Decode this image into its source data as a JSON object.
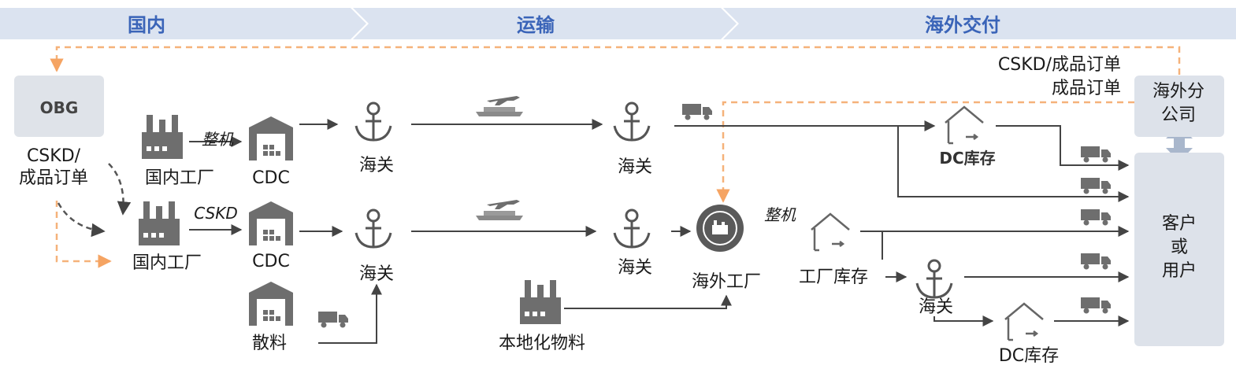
{
  "phases": [
    "国内",
    "运输",
    "海外交付"
  ],
  "colors": {
    "phase_band": "#dbe3f0",
    "phase_text": "#3a64b8",
    "dashed_orange": "#f5b27a",
    "icon_gray": "#6e6e6e",
    "box": "#dde2ea"
  },
  "nodes": {
    "obg": "OBG",
    "cskd_left": [
      "CSKD/",
      "成品订单"
    ],
    "factory_top": "国内工厂",
    "factory_mid": "国内工厂",
    "cdc_top": "CDC",
    "cdc_mid": "CDC",
    "bulk": "散料",
    "customs_1": "海关",
    "customs_2": "海关",
    "customs_3": "海关",
    "customs_4": "海关",
    "customs_5": "海关",
    "overseas_factory": "海外工厂",
    "factory_stock": "工厂库存",
    "dc_stock_top": "DC库存",
    "dc_stock_bottom": "DC库存",
    "local_material": "本地化物料",
    "overseas_branch": [
      "海外分",
      "公司"
    ],
    "customer": [
      "客户",
      "或",
      "用户"
    ],
    "cskd_right": [
      "CSKD/成品订单",
      "成品订单"
    ]
  },
  "edge_labels": {
    "whole_unit_top": "整机",
    "cskd_mid": "CSKD",
    "whole_unit_overseas": "整机"
  }
}
